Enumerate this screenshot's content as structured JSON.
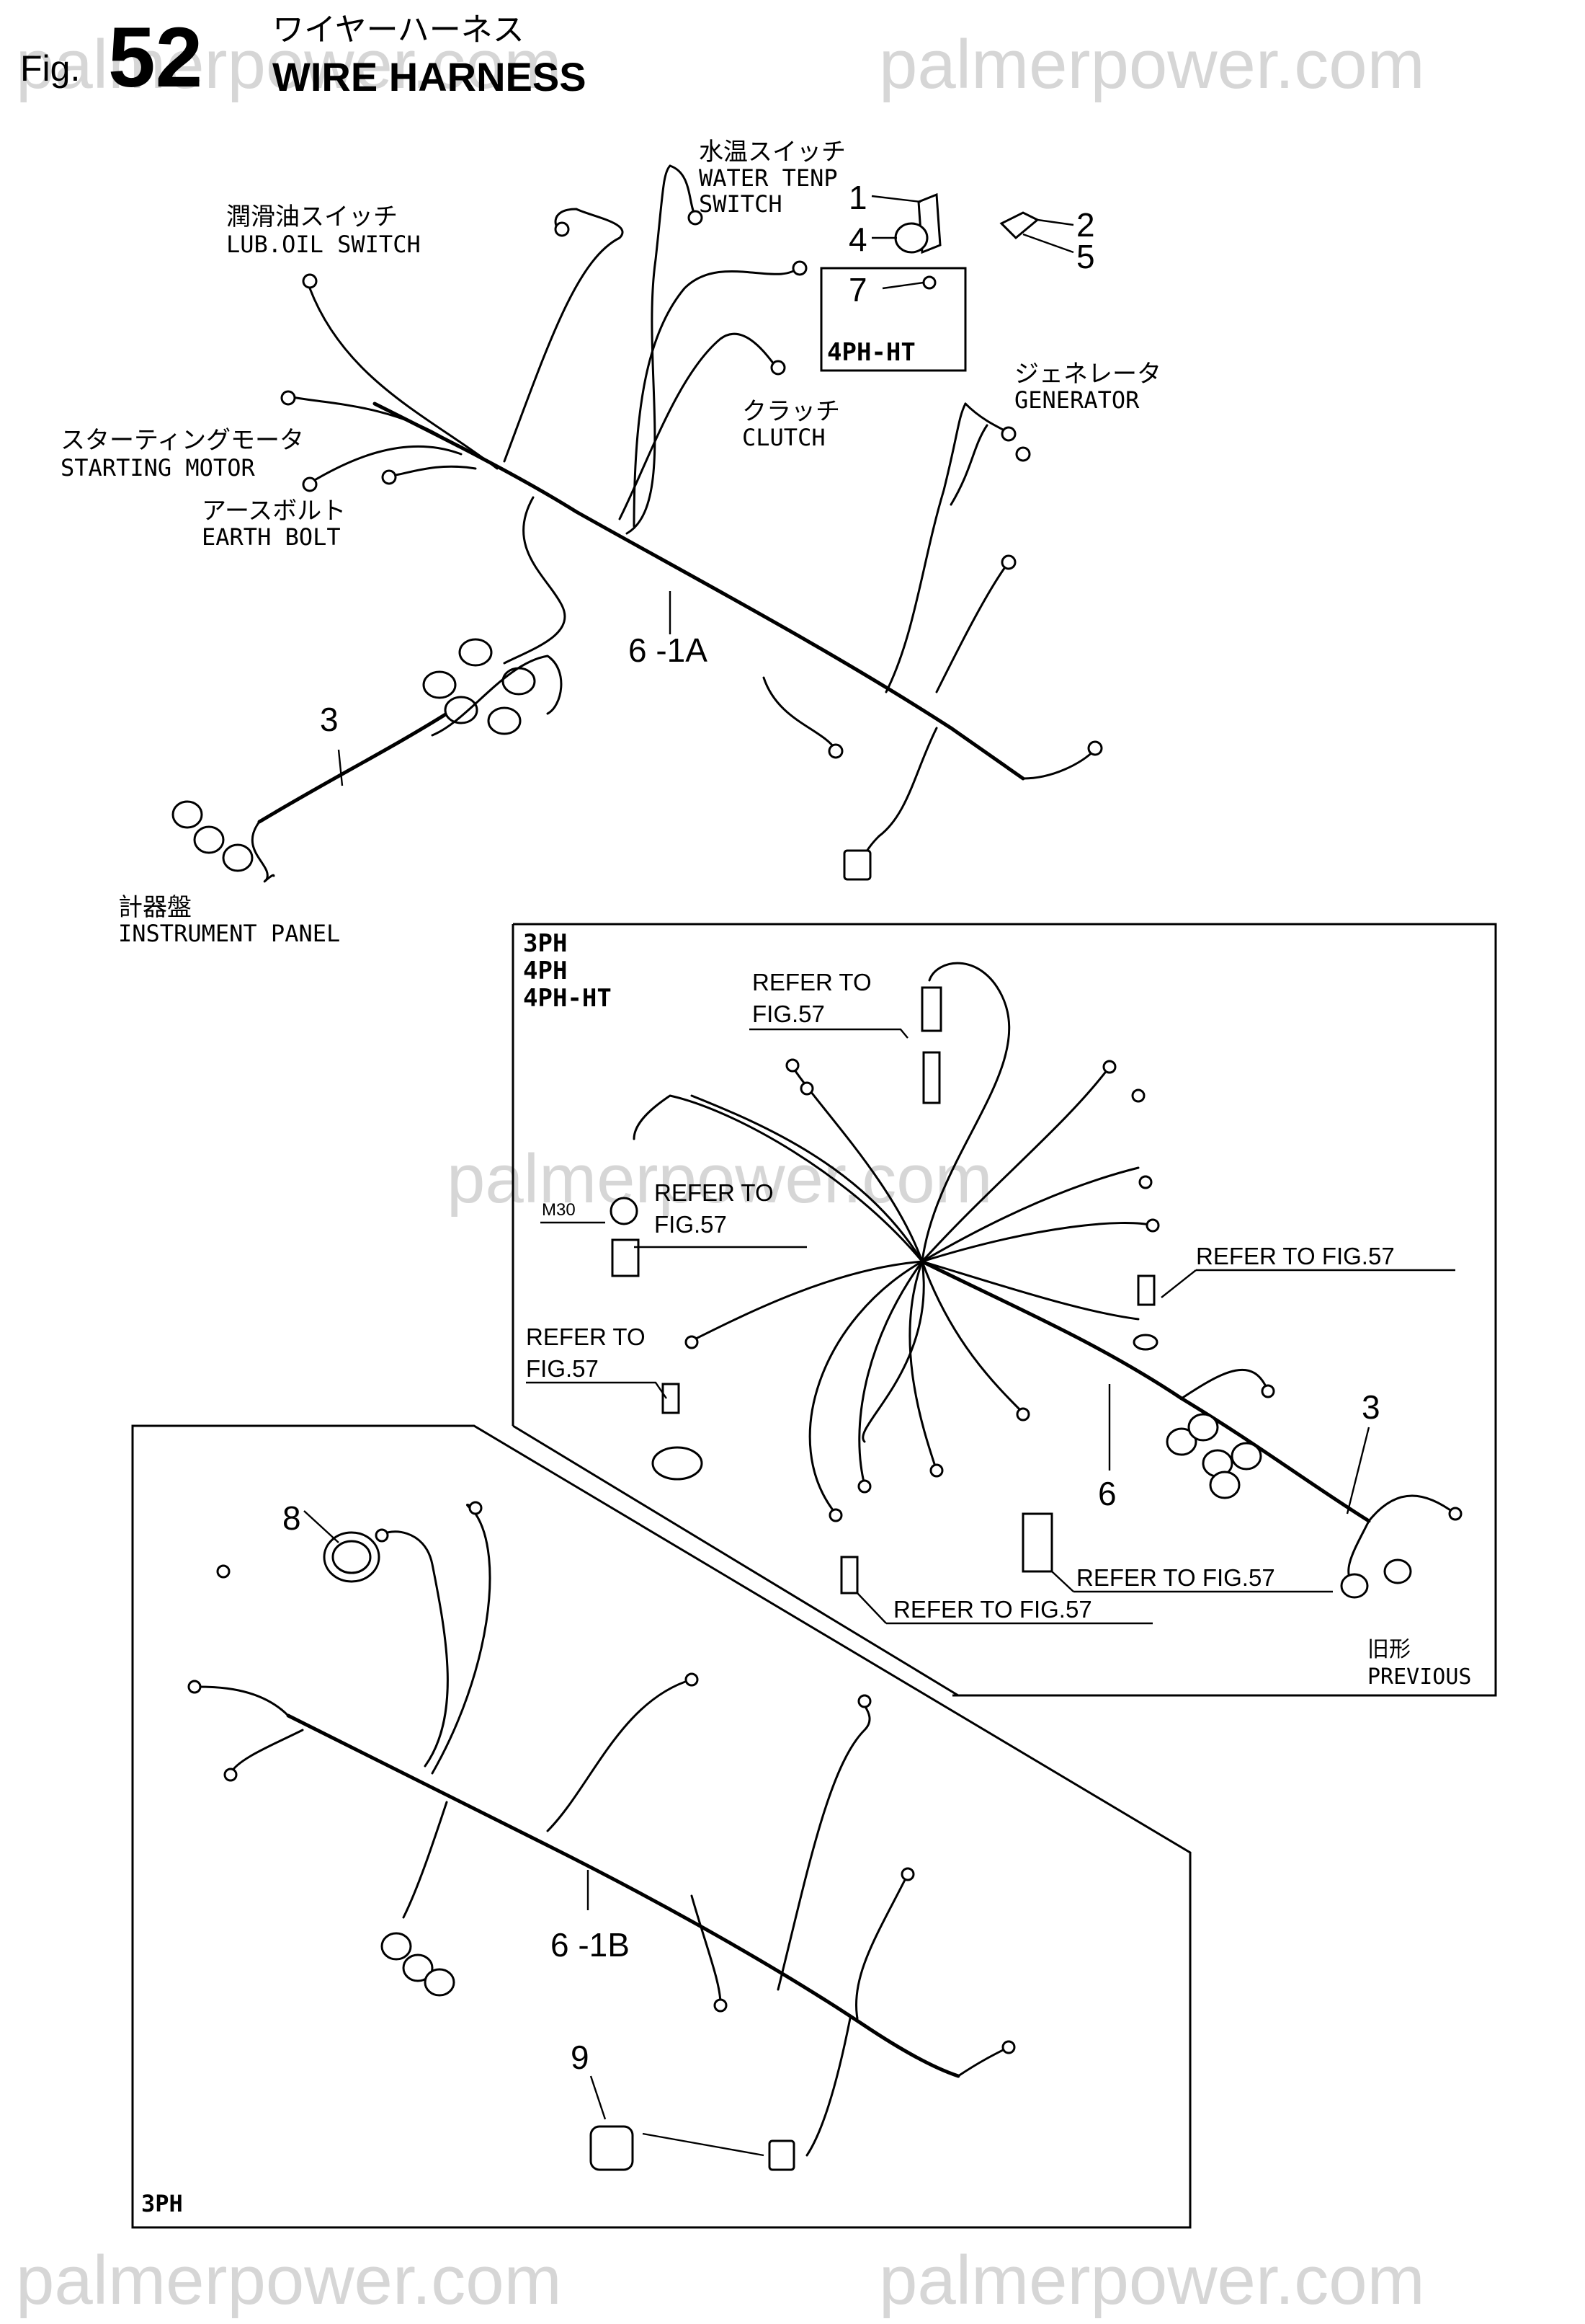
{
  "header": {
    "fig_prefix": "Fig.",
    "fig_number": "52",
    "title_jp": "ワイヤーハーネス",
    "title_en": "WIRE HARNESS"
  },
  "watermark": "palmerpower.com",
  "labels": {
    "water_temp_jp": "水温スイッチ",
    "water_temp_en1": "WATER TENP",
    "water_temp_en2": "SWITCH",
    "lub_oil_jp": "潤滑油スイッチ",
    "lub_oil_en": "LUB.OIL SWITCH",
    "clutch_jp": "クラッチ",
    "clutch_en": "CLUTCH",
    "generator_jp": "ジェネレータ",
    "generator_en": "GENERATOR",
    "starting_jp": "スターティングモータ",
    "starting_en": "STARTING MOTOR",
    "earth_jp": "アースボルト",
    "earth_en": "EARTH BOLT",
    "instrument_jp": "計器盤",
    "instrument_en": "INSTRUMENT PANEL",
    "variant_4ph_ht": "4PH-HT",
    "prev_variants": [
      "3PH",
      "4PH",
      "4PH-HT"
    ],
    "variant_3ph": "3PH",
    "previous_jp": "旧形",
    "previous_en": "PREVIOUS",
    "m30": "M30",
    "refer_to": "REFER TO",
    "fig57": "FIG.57",
    "refer_to_fig57": "REFER TO FIG.57"
  },
  "callouts": {
    "c1": "1",
    "c2": "2",
    "c3": "3",
    "c4": "4",
    "c5": "5",
    "c7": "7",
    "c8": "8",
    "c9": "9",
    "c6": "6",
    "c3b": "3",
    "c61a": "6 -1A",
    "c61b": "6 -1B"
  }
}
